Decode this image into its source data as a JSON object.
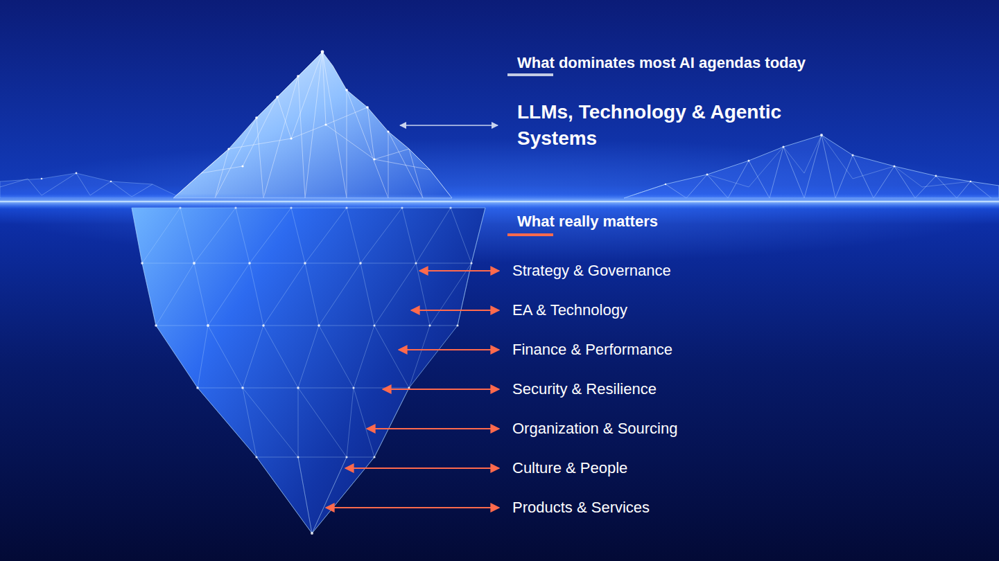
{
  "diagram": {
    "labels": [
      "What dominates most AI agendas today",
      "LLMs, Technology & Agentic Systems",
      "What really matters",
      "Strategy & Governance",
      "EA & Technology",
      "Finance & Performance",
      "Security & Resilience",
      "Organization & Sourcing",
      "Culture & People",
      "Products & Services"
    ]
  }
}
